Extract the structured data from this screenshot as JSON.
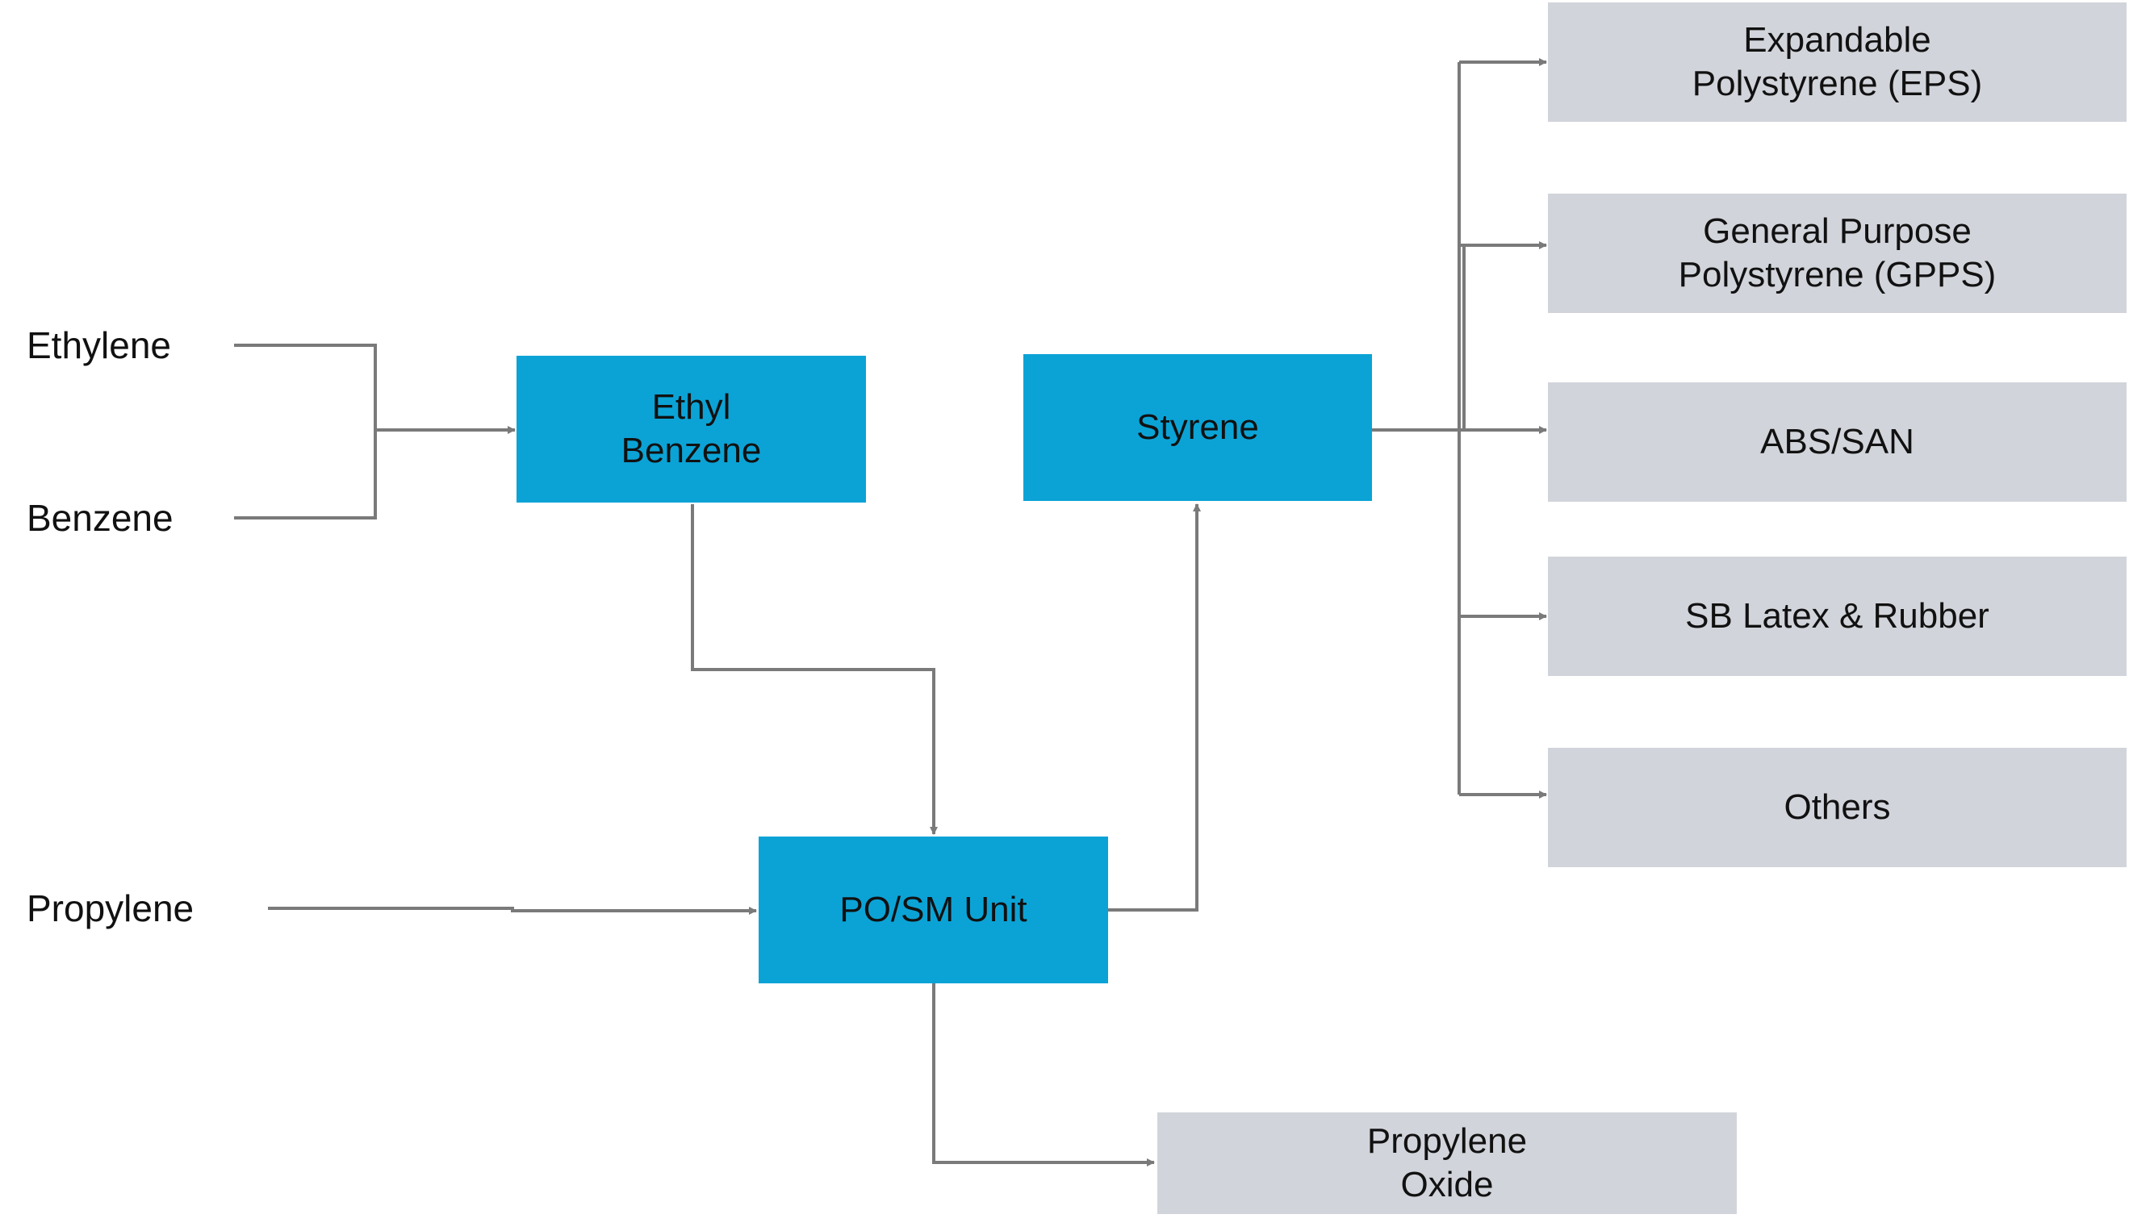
{
  "colors": {
    "process_box": "#0ba3d6",
    "product_box": "#d1d4da",
    "connector": "#7a7a7a"
  },
  "inputs": {
    "ethylene": "Ethylene",
    "benzene": "Benzene",
    "propylene": "Propylene"
  },
  "process": {
    "ethyl_benzene": {
      "line1": "Ethyl",
      "line2": "Benzene"
    },
    "styrene": "Styrene",
    "po_sm_unit": "PO/SM Unit"
  },
  "products": {
    "eps": {
      "line1": "Expandable",
      "line2": "Polystyrene (EPS)"
    },
    "gpps": {
      "line1": "General Purpose",
      "line2": "Polystyrene (GPPS)"
    },
    "abs_san": "ABS/SAN",
    "sb_latex": "SB Latex & Rubber",
    "others": "Others",
    "propylene_oxide": {
      "line1": "Propylene",
      "line2": "Oxide"
    }
  }
}
